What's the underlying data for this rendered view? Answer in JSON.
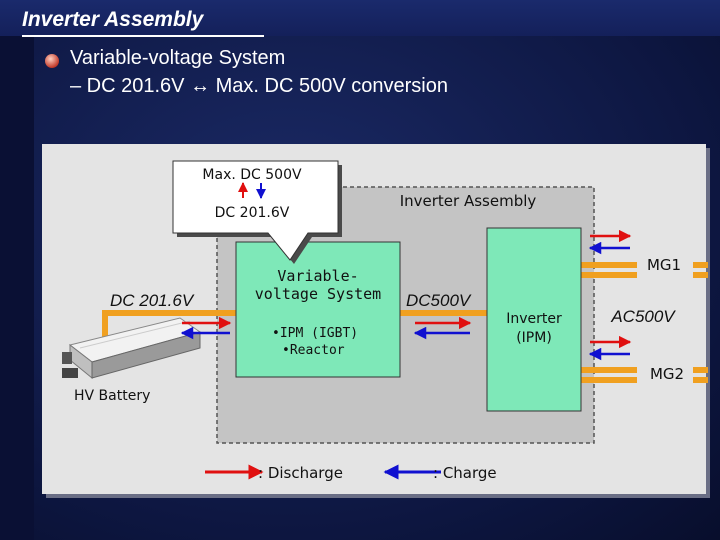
{
  "header": {
    "title": "Inverter Assembly",
    "bullet_line1": "Variable-voltage System",
    "bullet_line2": "– DC 201.6V ↔ Max. DC 500V conversion"
  },
  "diagram": {
    "callout_top": "Max. DC 500V",
    "callout_bottom": "DC 201.6V",
    "assembly_label": "Inverter Assembly",
    "converter_label_1": "Variable-",
    "converter_label_2": "voltage System",
    "converter_item_1": "•IPM (IGBT)",
    "converter_item_2": "•Reactor",
    "battery_voltage": "DC 201.6V",
    "battery_label": "HV Battery",
    "dc_bus_voltage": "DC500V",
    "inverter_label_1": "Inverter",
    "inverter_label_2": "(IPM)",
    "ac_voltage": "AC500V",
    "mg1": "MG1",
    "mg2": "MG2",
    "legend_discharge": ": Discharge",
    "legend_charge": ": Charge"
  },
  "colors": {
    "converter_fill": "#7ee8b8",
    "inverter_fill": "#7ee8b8",
    "cable": "#f0a020",
    "discharge_arrow": "#e01010",
    "charge_arrow": "#1010d0",
    "panel": "#e4e4e4"
  }
}
